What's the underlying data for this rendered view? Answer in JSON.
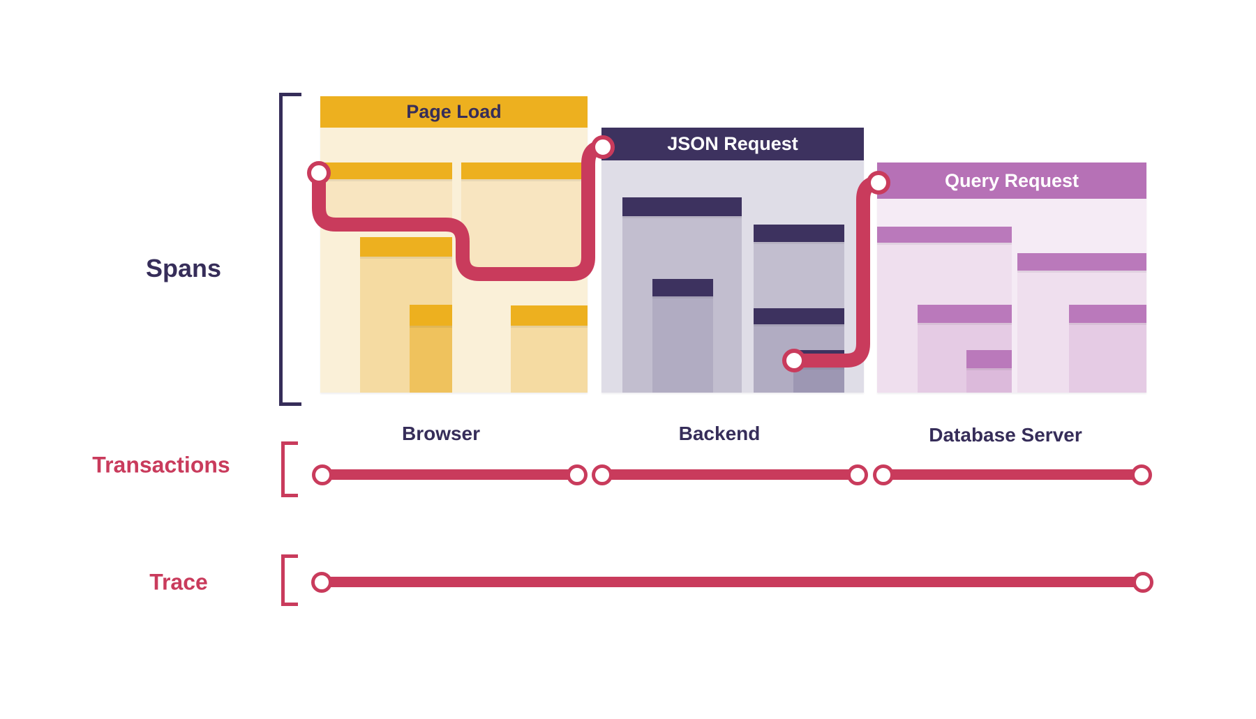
{
  "diagram": {
    "spans_label": "Spans",
    "transactions_label": "Transactions",
    "trace_label": "Trace"
  },
  "panels": [
    {
      "title": "Page Load",
      "environment": "Browser"
    },
    {
      "title": "JSON Request",
      "environment": "Backend"
    },
    {
      "title": "Query Request",
      "environment": "Database Server"
    }
  ],
  "colors": {
    "crimson": "#C93B5C",
    "navy": "#362D59",
    "gold_header": "#EDB01F",
    "gold_body_1": "#FAF0D8",
    "gold_body_2": "#F8E5C0",
    "gold_body_3": "#F5DBA2",
    "gold_body_4": "#EFC25D",
    "purple_header": "#3D325F",
    "purple_body_1": "#DFDDE7",
    "purple_body_2": "#C2BECF",
    "purple_body_3": "#B1ACC2",
    "purple_body_4": "#9D97B3",
    "orchid_header": "#B671B6",
    "orchid_subheader": "#BA79BB",
    "orchid_body_1": "#F5EBF5",
    "orchid_body_2": "#EFDFEE",
    "orchid_body_3": "#E5CBE4",
    "orchid_body_4": "#DCBADB"
  }
}
